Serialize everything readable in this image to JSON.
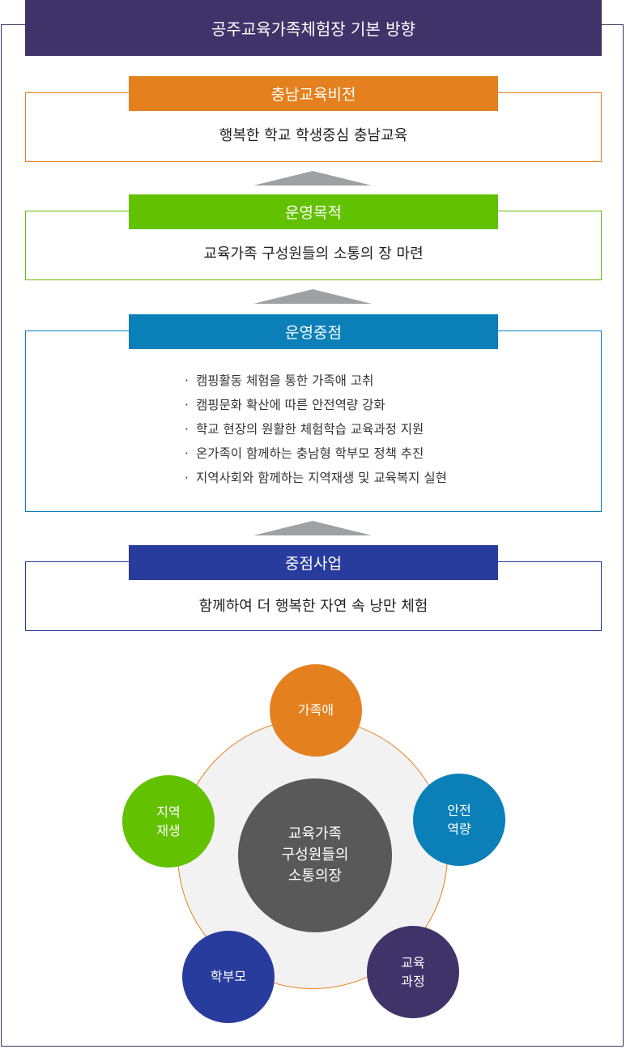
{
  "header": {
    "title": "공주교육가족체험장 기본 방향"
  },
  "vision": {
    "label": "충남교육비전",
    "text": "행복한 학교 학생중심 충남교육",
    "color": "#e5801e"
  },
  "purpose": {
    "label": "운영목적",
    "text": "교육가족 구성원들의 소통의 장 마련",
    "color": "#62c101"
  },
  "focus": {
    "label": "운영중점",
    "color": "#0a7fb8",
    "bullet_glyph": "·",
    "items": [
      "캠핑활동 체험을 통한 가족애 고취",
      "캠핑문화 확산에 따른 안전역량 강화",
      "학교 현장의 원활한 체험학습 교육과정 지원",
      "온가족이 함께하는 충남형 학부모 정책 추진",
      "지역사회와 함께하는 지역재생 및 교육복지 실현"
    ]
  },
  "project": {
    "label": "중점사업",
    "text": "함께하여 더 행복한 자연 속 낭만 체험",
    "color": "#283c9e"
  },
  "arrow_color": "#9ea0a3",
  "cycle": {
    "center": {
      "lines": [
        "교육가족",
        "구성원들의",
        "소통의장"
      ],
      "color": "#595959"
    },
    "ring_color": "#e5801e",
    "nodes": [
      {
        "lines": [
          "가족애"
        ],
        "color": "#e5801e"
      },
      {
        "lines": [
          "안전",
          "역량"
        ],
        "color": "#0a7fb8"
      },
      {
        "lines": [
          "교육",
          "과정"
        ],
        "color": "#3f336a"
      },
      {
        "lines": [
          "학부모"
        ],
        "color": "#283c9e"
      },
      {
        "lines": [
          "지역",
          "재생"
        ],
        "color": "#62c101"
      }
    ]
  }
}
